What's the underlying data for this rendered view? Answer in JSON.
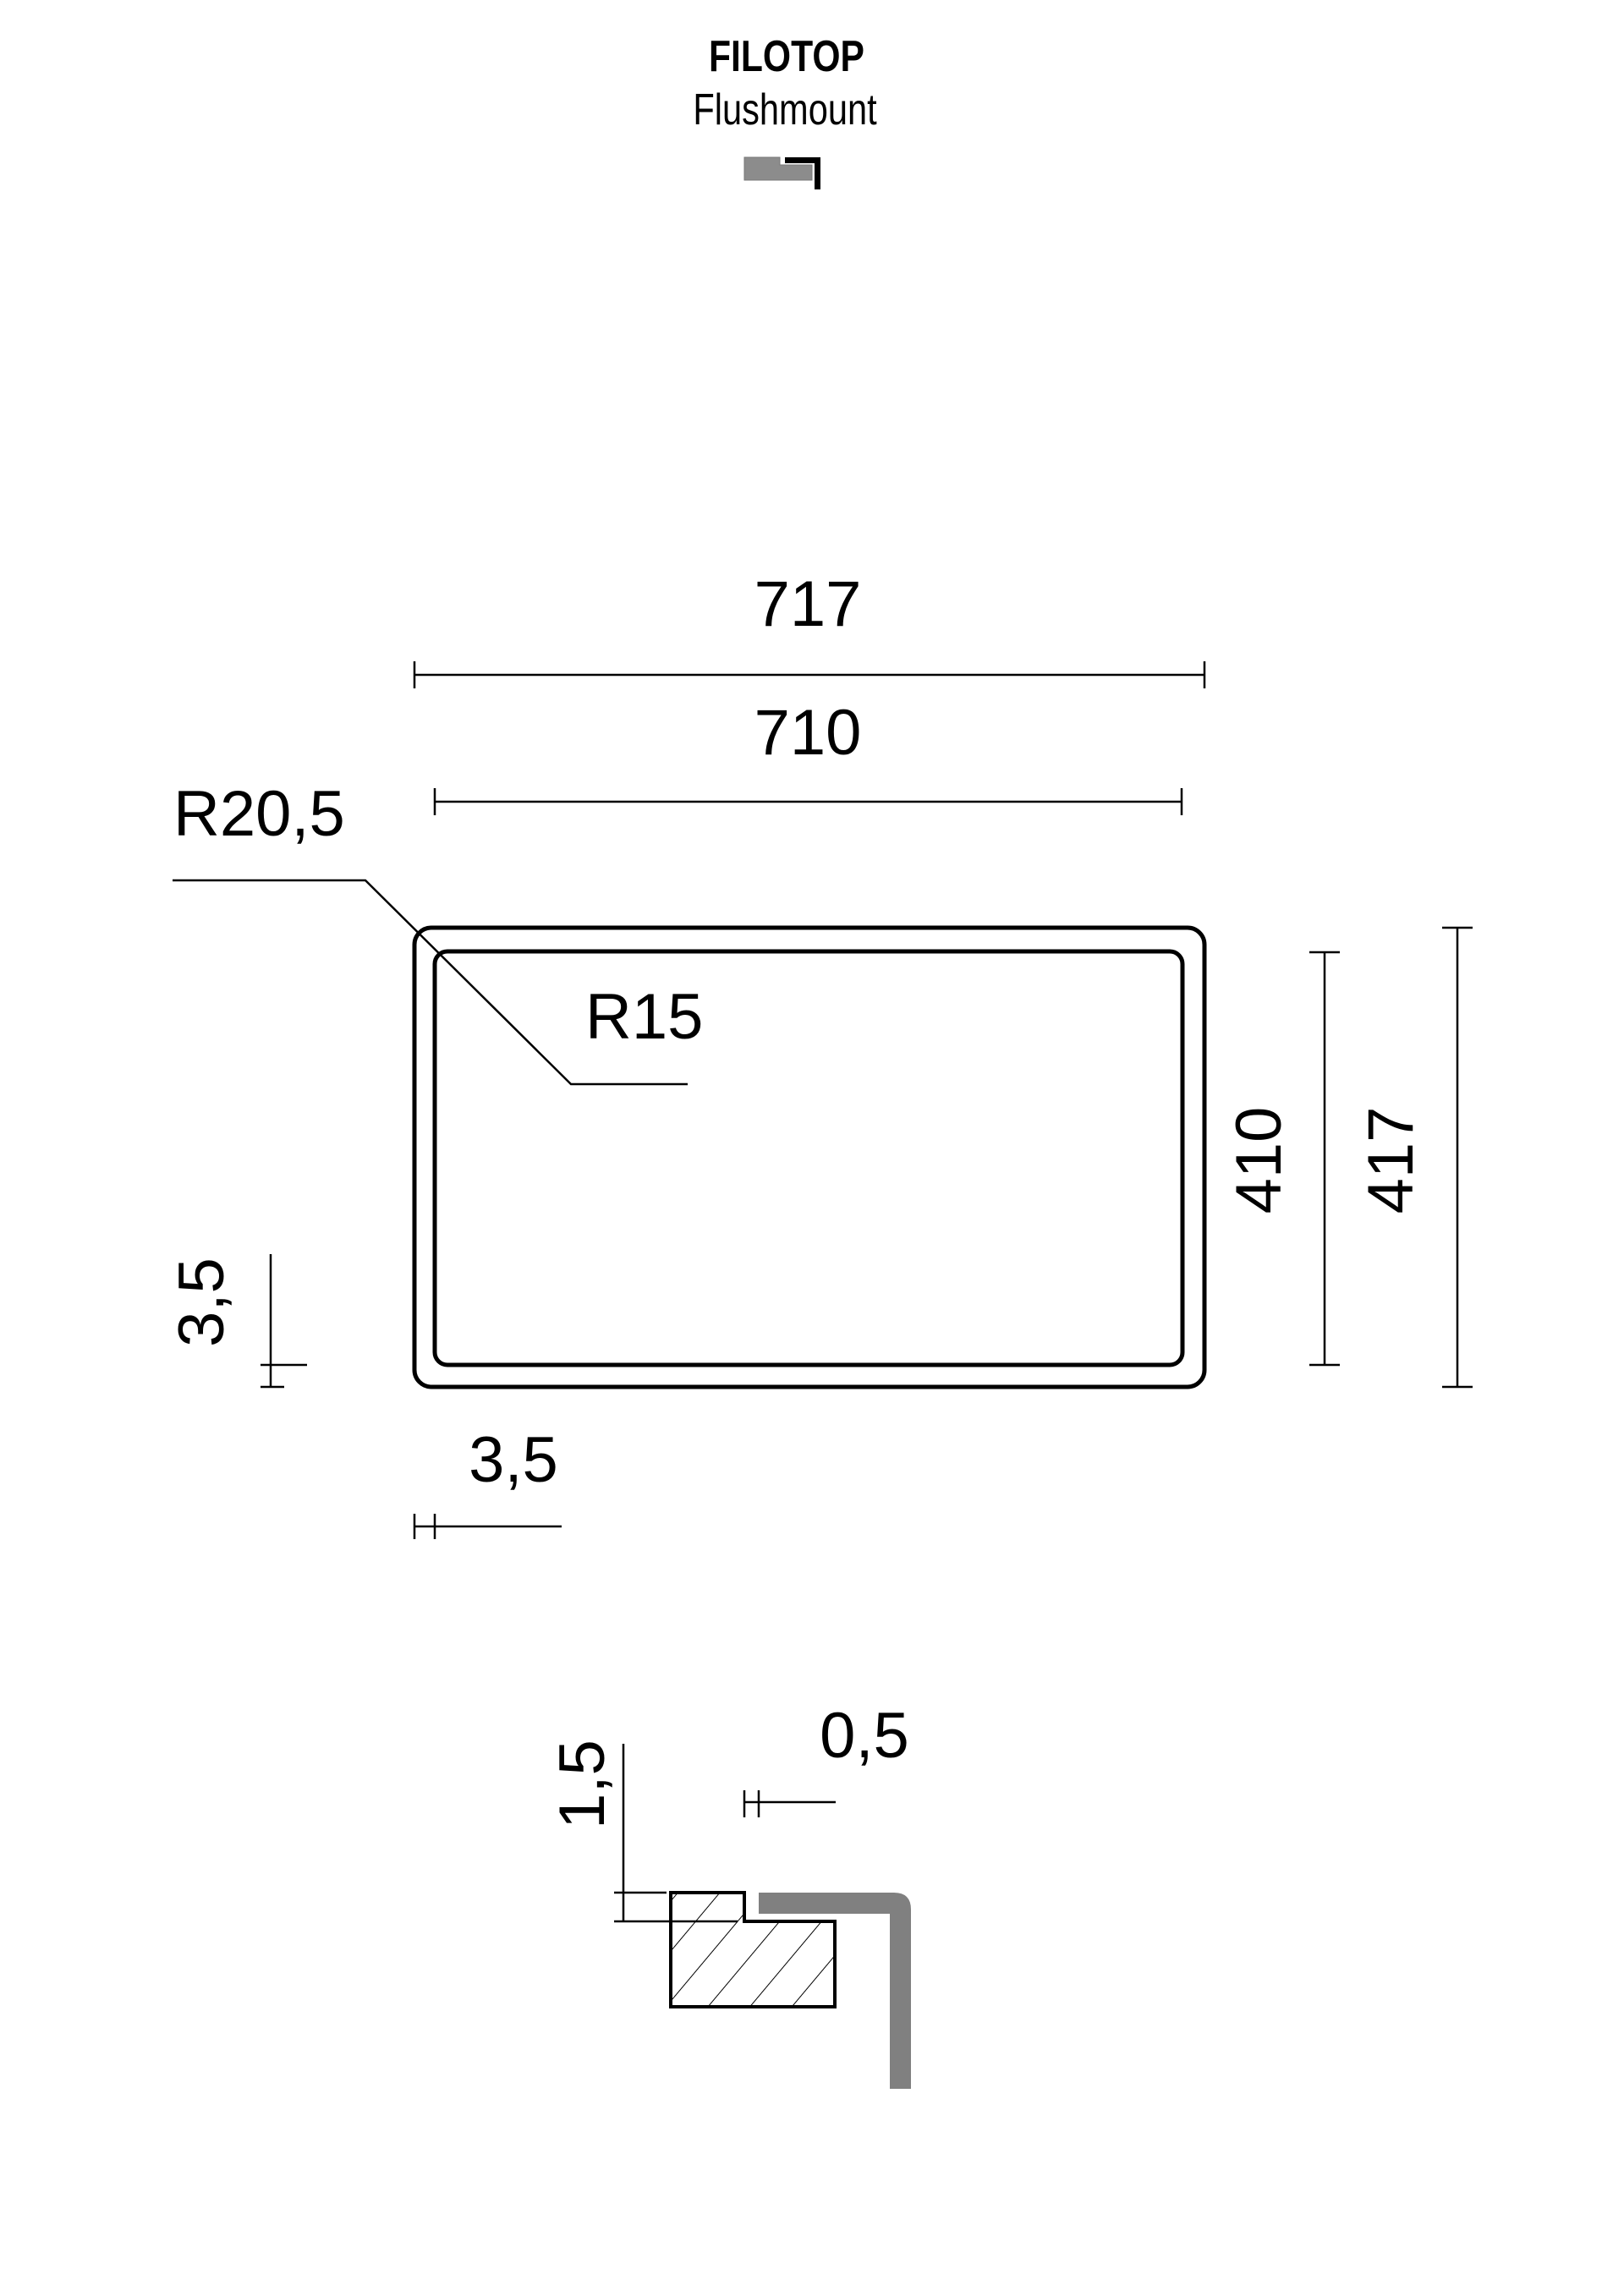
{
  "header": {
    "title": "FILOTOP",
    "subtitle": "Flushmount",
    "icon": "flushmount-profile-icon"
  },
  "plan_view": {
    "outer_width": "717",
    "inner_width": "710",
    "outer_radius": "R20,5",
    "inner_radius": "R15",
    "inner_height": "410",
    "outer_height": "417",
    "side_gap_vertical": "3,5",
    "side_gap_horizontal": "3,5"
  },
  "section_view": {
    "step_height": "1,5",
    "gap_width": "0,5"
  },
  "colors": {
    "line": "#000000",
    "sink_profile": "#808080",
    "icon_fill": "#8c8c8c"
  }
}
